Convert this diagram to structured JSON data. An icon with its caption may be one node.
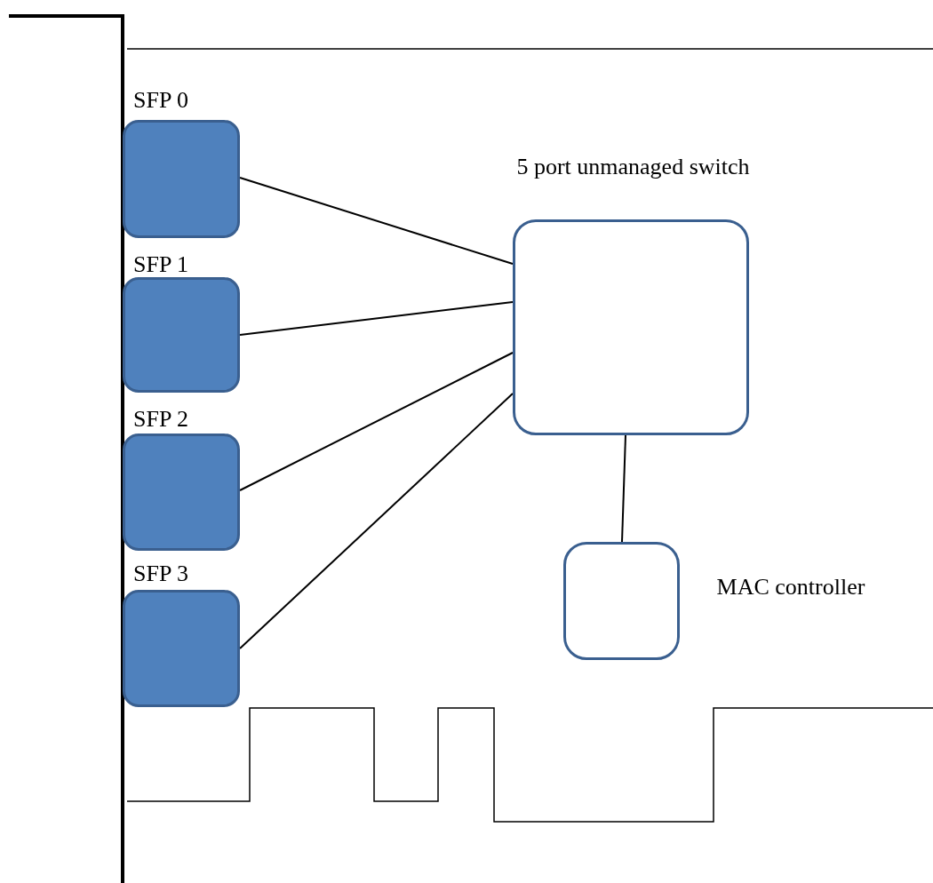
{
  "diagram": {
    "nodes": [
      {
        "text": [
          "SFP 0"
        ]
      },
      {
        "text": [
          "SFP 1"
        ]
      },
      {
        "text": [
          "SFP 2"
        ]
      },
      {
        "text": [
          "SFP 3"
        ]
      },
      {
        "text": [
          "5 port unmanaged switch"
        ]
      },
      {
        "text": [
          "MAC controller"
        ]
      }
    ],
    "edges": [
      {
        "from": 0,
        "to": 4,
        "arrow": "none"
      },
      {
        "from": 1,
        "to": 4,
        "arrow": "none"
      },
      {
        "from": 2,
        "to": 4,
        "arrow": "none"
      },
      {
        "from": 3,
        "to": 4,
        "arrow": "none"
      },
      {
        "from": 4,
        "to": 5,
        "arrow": "none"
      }
    ]
  }
}
